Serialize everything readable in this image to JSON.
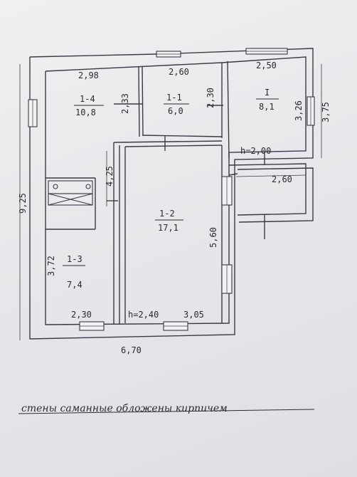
{
  "plan": {
    "rooms": [
      {
        "id": "1-4",
        "area": "10,8"
      },
      {
        "id": "1-1",
        "area": "6,0"
      },
      {
        "id": "I",
        "area": "8,1"
      },
      {
        "id": "1-2",
        "area": "17,1"
      },
      {
        "id": "1-3",
        "area": "7,4"
      }
    ],
    "dims": {
      "top_left": "2,98",
      "top_mid": "2,60",
      "top_right": "2,50",
      "r14_height": "2,33",
      "r11_height": "2,30",
      "r1_height": "3,26",
      "outer_right": "3,75",
      "h_room1": "h=2,00",
      "porch_width": "2,60",
      "corridor_gap": "4,25",
      "outer_left": "9,25",
      "r12_height": "5,60",
      "r13_height": "3,72",
      "bottom_left": "2,30",
      "h_main": "h=2,40",
      "bottom_right": "3,05",
      "outer_bottom": "6,70"
    }
  },
  "note": "стены саманные обложены кирпичем"
}
